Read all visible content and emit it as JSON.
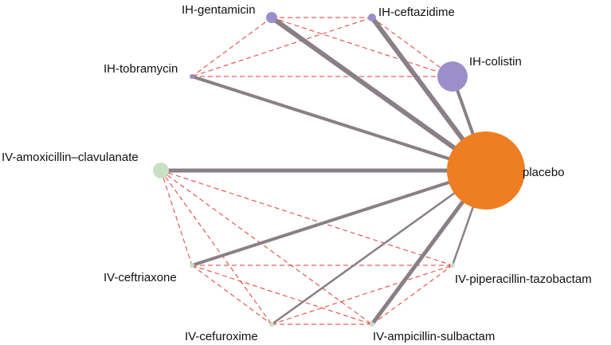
{
  "network": {
    "colors": {
      "inhaled": "#9b8fca",
      "intravenous": "#c9e0c3",
      "placebo": "#ef7d22",
      "direct_edge": "#8a7f86",
      "indirect_edge": "#e03c31"
    },
    "nodes": [
      {
        "id": "ih-gentamicin",
        "label": "IH-gentamicin",
        "group": "inhaled"
      },
      {
        "id": "ih-ceftazidime",
        "label": "IH-ceftazidime",
        "group": "inhaled"
      },
      {
        "id": "ih-colistin",
        "label": "IH-colistin",
        "group": "inhaled"
      },
      {
        "id": "ih-tobramycin",
        "label": "IH-tobramycin",
        "group": "inhaled"
      },
      {
        "id": "iv-amoxicillin-clavulanate",
        "label": "IV-amoxicillin–clavulanate",
        "group": "intravenous"
      },
      {
        "id": "placebo",
        "label": "placebo",
        "group": "placebo"
      },
      {
        "id": "iv-ceftriaxone",
        "label": "IV-ceftriaxone",
        "group": "intravenous"
      },
      {
        "id": "iv-piperacillin-tazobactam",
        "label": "IV-piperacillin-tazobactam",
        "group": "intravenous"
      },
      {
        "id": "iv-cefuroxime",
        "label": "IV-cefuroxime",
        "group": "intravenous"
      },
      {
        "id": "iv-ampicillin-sulbactam",
        "label": "IV-ampicillin-sulbactam",
        "group": "intravenous"
      }
    ]
  }
}
